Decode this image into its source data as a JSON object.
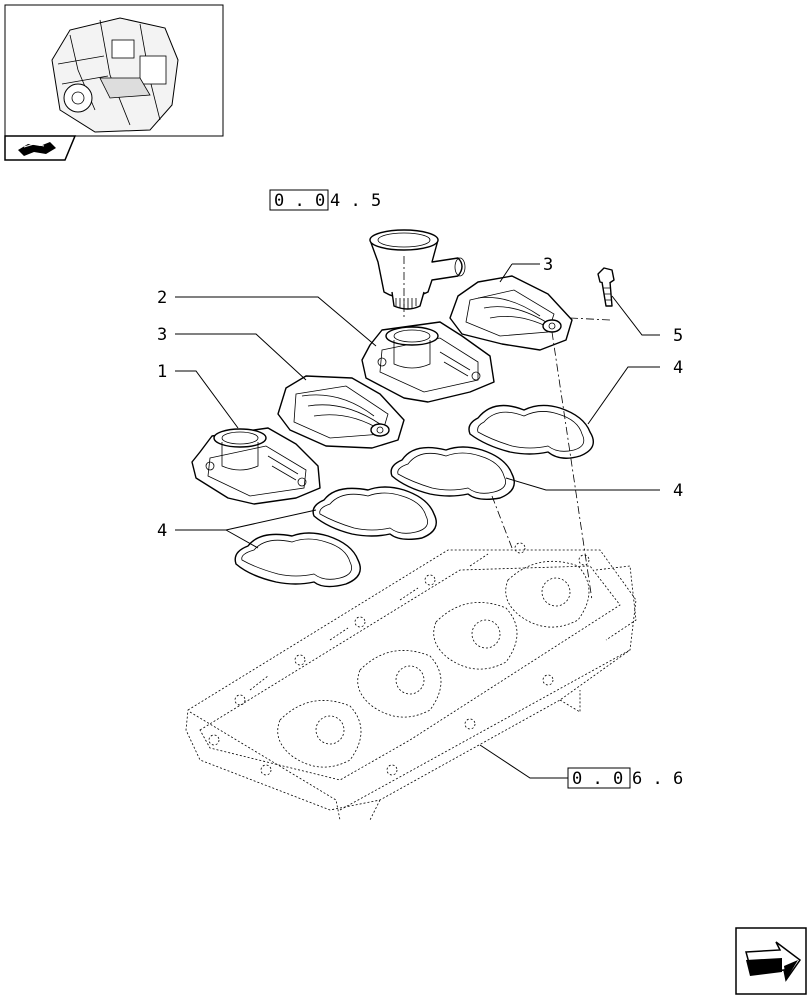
{
  "thumbnail": {
    "icon": "engine-thumbnail-icon",
    "tab_icon": "book-icon"
  },
  "callouts": {
    "c1": "1",
    "c2": "2",
    "c3a": "3",
    "c3b": "3",
    "c4a": "4",
    "c4b": "4",
    "c4c": "4",
    "c5": "5"
  },
  "refs": {
    "top": {
      "boxed": "0 . 0",
      "rest": "4 . 5"
    },
    "bottom": {
      "boxed": "0 . 0",
      "rest": "6 . 6"
    }
  },
  "nav": {
    "next_icon": "next-page-arrow-icon"
  }
}
